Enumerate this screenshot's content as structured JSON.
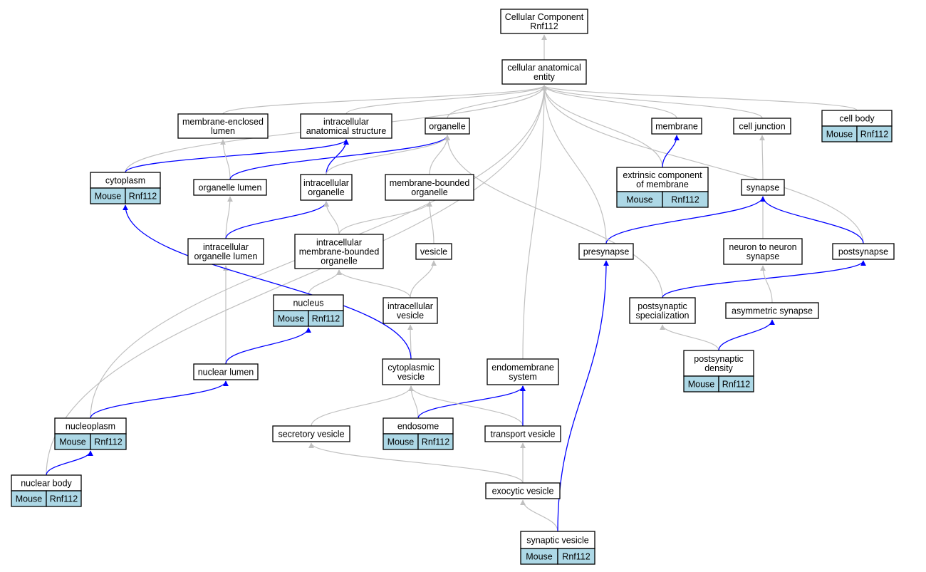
{
  "colors": {
    "is_a_edge": "#c0c0c0",
    "part_of_edge": "#0000ff",
    "annotation_cell": "#add8e6",
    "node_fill": "#ffffff"
  },
  "nodes": {
    "root": {
      "lines": [
        "Cellular Component",
        "Rnf112"
      ]
    },
    "cae": {
      "lines": [
        "cellular anatomical",
        "entity"
      ]
    },
    "mel": {
      "lines": [
        "membrane-enclosed",
        "lumen"
      ]
    },
    "ias": {
      "lines": [
        "intracellular",
        "anatomical structure"
      ]
    },
    "org": {
      "lines": [
        "organelle"
      ]
    },
    "mem": {
      "lines": [
        "membrane"
      ]
    },
    "cj": {
      "lines": [
        "cell junction"
      ]
    },
    "cb": {
      "lines": [
        "cell body"
      ],
      "annot": [
        "Mouse",
        "Rnf112"
      ]
    },
    "cyto": {
      "lines": [
        "cytoplasm"
      ],
      "annot": [
        "Mouse",
        "Rnf112"
      ]
    },
    "olum": {
      "lines": [
        "organelle lumen"
      ]
    },
    "io": {
      "lines": [
        "intracellular",
        "organelle"
      ]
    },
    "mbo": {
      "lines": [
        "membrane-bounded",
        "organelle"
      ]
    },
    "ecm": {
      "lines": [
        "extrinsic component",
        "of membrane"
      ],
      "annot": [
        "Mouse",
        "Rnf112"
      ]
    },
    "syn": {
      "lines": [
        "synapse"
      ]
    },
    "iol": {
      "lines": [
        "intracellular",
        "organelle lumen"
      ]
    },
    "imbo": {
      "lines": [
        "intracellular",
        "membrane-bounded",
        "organelle"
      ]
    },
    "ves": {
      "lines": [
        "vesicle"
      ]
    },
    "pre": {
      "lines": [
        "presynapse"
      ]
    },
    "n2n": {
      "lines": [
        "neuron to neuron",
        "synapse"
      ]
    },
    "post": {
      "lines": [
        "postsynapse"
      ]
    },
    "nuc": {
      "lines": [
        "nucleus"
      ],
      "annot": [
        "Mouse",
        "Rnf112"
      ]
    },
    "iv": {
      "lines": [
        "intracellular",
        "vesicle"
      ]
    },
    "pss": {
      "lines": [
        "postsynaptic",
        "specialization"
      ]
    },
    "asym": {
      "lines": [
        "asymmetric synapse"
      ]
    },
    "nl": {
      "lines": [
        "nuclear lumen"
      ]
    },
    "cv": {
      "lines": [
        "cytoplasmic",
        "vesicle"
      ]
    },
    "es": {
      "lines": [
        "endomembrane",
        "system"
      ]
    },
    "psd": {
      "lines": [
        "postsynaptic",
        "density"
      ],
      "annot": [
        "Mouse",
        "Rnf112"
      ]
    },
    "np": {
      "lines": [
        "nucleoplasm"
      ],
      "annot": [
        "Mouse",
        "Rnf112"
      ]
    },
    "sv": {
      "lines": [
        "secretory vesicle"
      ]
    },
    "endo": {
      "lines": [
        "endosome"
      ],
      "annot": [
        "Mouse",
        "Rnf112"
      ]
    },
    "tv": {
      "lines": [
        "transport vesicle"
      ]
    },
    "nb": {
      "lines": [
        "nuclear body"
      ],
      "annot": [
        "Mouse",
        "Rnf112"
      ]
    },
    "ev": {
      "lines": [
        "exocytic vesicle"
      ]
    },
    "synv": {
      "lines": [
        "synaptic vesicle"
      ],
      "annot": [
        "Mouse",
        "Rnf112"
      ]
    }
  },
  "edges": [
    {
      "from": "cae",
      "to": "root",
      "type": "is_a"
    },
    {
      "from": "mel",
      "to": "cae",
      "type": "is_a"
    },
    {
      "from": "ias",
      "to": "cae",
      "type": "is_a"
    },
    {
      "from": "org",
      "to": "cae",
      "type": "is_a"
    },
    {
      "from": "mem",
      "to": "cae",
      "type": "is_a"
    },
    {
      "from": "cj",
      "to": "cae",
      "type": "is_a"
    },
    {
      "from": "cb",
      "to": "cae",
      "type": "is_a"
    },
    {
      "from": "cyto",
      "to": "cae",
      "type": "is_a"
    },
    {
      "from": "ecm",
      "to": "cae",
      "type": "is_a"
    },
    {
      "from": "pre",
      "to": "cae",
      "type": "is_a"
    },
    {
      "from": "post",
      "to": "cae",
      "type": "is_a"
    },
    {
      "from": "es",
      "to": "cae",
      "type": "is_a"
    },
    {
      "from": "np",
      "to": "cae",
      "type": "is_a"
    },
    {
      "from": "nb",
      "to": "cae",
      "type": "is_a"
    },
    {
      "from": "cyto",
      "to": "ias",
      "type": "part_of"
    },
    {
      "from": "olum",
      "to": "mel",
      "type": "is_a"
    },
    {
      "from": "olum",
      "to": "org",
      "type": "part_of"
    },
    {
      "from": "io",
      "to": "ias",
      "type": "part_of"
    },
    {
      "from": "io",
      "to": "org",
      "type": "is_a"
    },
    {
      "from": "mbo",
      "to": "org",
      "type": "is_a"
    },
    {
      "from": "ecm",
      "to": "mem",
      "type": "part_of"
    },
    {
      "from": "syn",
      "to": "cj",
      "type": "is_a"
    },
    {
      "from": "iol",
      "to": "olum",
      "type": "is_a"
    },
    {
      "from": "iol",
      "to": "io",
      "type": "part_of"
    },
    {
      "from": "imbo",
      "to": "io",
      "type": "is_a"
    },
    {
      "from": "imbo",
      "to": "mbo",
      "type": "is_a"
    },
    {
      "from": "ves",
      "to": "mbo",
      "type": "is_a"
    },
    {
      "from": "pre",
      "to": "syn",
      "type": "part_of"
    },
    {
      "from": "n2n",
      "to": "syn",
      "type": "is_a"
    },
    {
      "from": "post",
      "to": "syn",
      "type": "part_of"
    },
    {
      "from": "nuc",
      "to": "imbo",
      "type": "is_a"
    },
    {
      "from": "iv",
      "to": "imbo",
      "type": "is_a"
    },
    {
      "from": "iv",
      "to": "ves",
      "type": "is_a"
    },
    {
      "from": "pss",
      "to": "org",
      "type": "is_a"
    },
    {
      "from": "pss",
      "to": "post",
      "type": "part_of"
    },
    {
      "from": "asym",
      "to": "n2n",
      "type": "is_a"
    },
    {
      "from": "nl",
      "to": "iol",
      "type": "is_a"
    },
    {
      "from": "nl",
      "to": "nuc",
      "type": "part_of"
    },
    {
      "from": "cv",
      "to": "iv",
      "type": "is_a"
    },
    {
      "from": "cv",
      "to": "cyto",
      "type": "part_of"
    },
    {
      "from": "psd",
      "to": "pss",
      "type": "is_a"
    },
    {
      "from": "psd",
      "to": "asym",
      "type": "part_of"
    },
    {
      "from": "np",
      "to": "nl",
      "type": "part_of"
    },
    {
      "from": "sv",
      "to": "cv",
      "type": "is_a"
    },
    {
      "from": "endo",
      "to": "cv",
      "type": "is_a"
    },
    {
      "from": "endo",
      "to": "es",
      "type": "part_of"
    },
    {
      "from": "tv",
      "to": "cv",
      "type": "is_a"
    },
    {
      "from": "tv",
      "to": "es",
      "type": "part_of"
    },
    {
      "from": "nb",
      "to": "np",
      "type": "part_of"
    },
    {
      "from": "ev",
      "to": "sv",
      "type": "is_a"
    },
    {
      "from": "ev",
      "to": "tv",
      "type": "is_a"
    },
    {
      "from": "synv",
      "to": "ev",
      "type": "is_a"
    },
    {
      "from": "synv",
      "to": "pre",
      "type": "part_of"
    }
  ]
}
